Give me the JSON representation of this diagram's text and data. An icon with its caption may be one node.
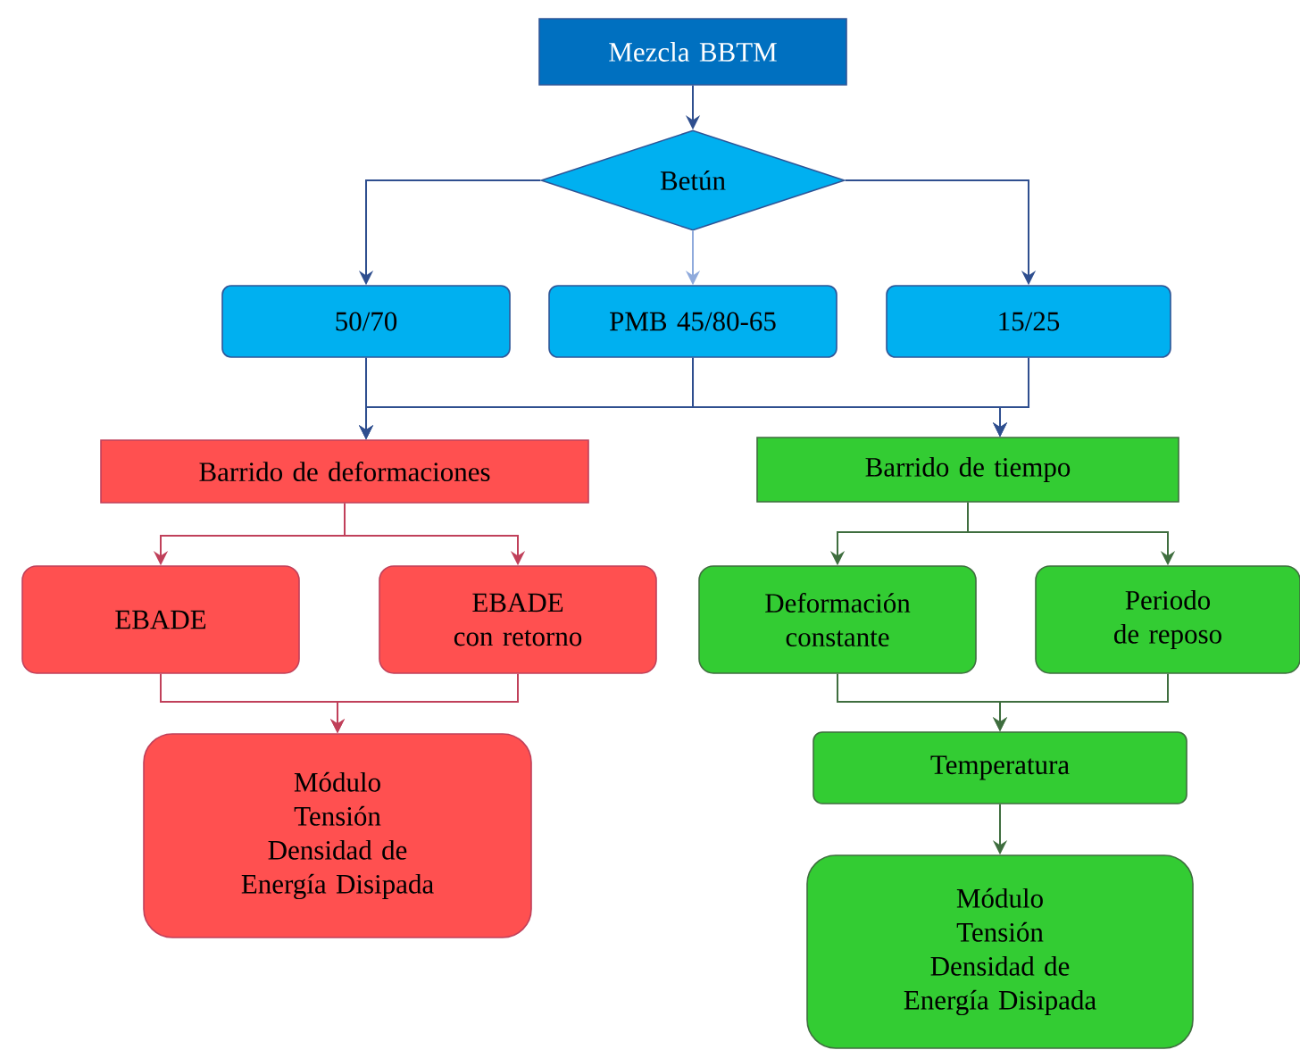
{
  "diagram": {
    "nodes": [
      {
        "text": [
          "Mezcla BBTM"
        ]
      },
      {
        "text": [
          "Betún"
        ]
      },
      {
        "text": [
          "50/70"
        ]
      },
      {
        "text": [
          "PMB 45/80-65"
        ]
      },
      {
        "text": [
          "15/25"
        ]
      },
      {
        "text": [
          "Barrido de deformaciones"
        ]
      },
      {
        "text": [
          "Barrido de tiempo"
        ]
      },
      {
        "text": [
          "EBADE"
        ]
      },
      {
        "text": [
          "EBADE con retorno"
        ]
      },
      {
        "text": [
          "Deformación constante"
        ]
      },
      {
        "text": [
          "Periodo de reposo"
        ]
      },
      {
        "text": [
          "Módulo",
          "Tensión",
          "Densidad de Energía Disipada"
        ]
      },
      {
        "text": [
          "Temperatura"
        ]
      },
      {
        "text": [
          "Módulo",
          "Tensión",
          "Densidad de Energía Disipada"
        ]
      }
    ],
    "edges": [
      {
        "from": 0,
        "to": 1,
        "arrow": "to"
      },
      {
        "from": 1,
        "to": 2,
        "arrow": "to"
      },
      {
        "from": 1,
        "to": 3,
        "arrow": "to",
        "color": "#8faadc"
      },
      {
        "from": 1,
        "to": 4,
        "arrow": "to"
      },
      {
        "from": 2,
        "to": 5,
        "arrow": "to"
      },
      {
        "from": 3,
        "to": 5,
        "arrow": "to"
      },
      {
        "from": 4,
        "to": 5,
        "arrow": "to"
      },
      {
        "from": 2,
        "to": 6,
        "arrow": "to"
      },
      {
        "from": 3,
        "to": 6,
        "arrow": "to"
      },
      {
        "from": 4,
        "to": 6,
        "arrow": "to"
      },
      {
        "from": 5,
        "to": 7,
        "arrow": "to",
        "color": "#c0405a"
      },
      {
        "from": 5,
        "to": 8,
        "arrow": "to",
        "color": "#c0405a"
      },
      {
        "from": 6,
        "to": 9,
        "arrow": "to",
        "color": "#3f6e3f"
      },
      {
        "from": 6,
        "to": 10,
        "arrow": "to",
        "color": "#3f6e3f"
      },
      {
        "from": 7,
        "to": 11,
        "arrow": "to",
        "color": "#c0405a"
      },
      {
        "from": 8,
        "to": 11,
        "arrow": "to",
        "color": "#c0405a"
      },
      {
        "from": 9,
        "to": 12,
        "arrow": "to",
        "color": "#3f6e3f"
      },
      {
        "from": 10,
        "to": 12,
        "arrow": "to",
        "color": "#3f6e3f"
      },
      {
        "from": 12,
        "to": 13,
        "arrow": "to",
        "color": "#3f6e3f"
      }
    ]
  }
}
